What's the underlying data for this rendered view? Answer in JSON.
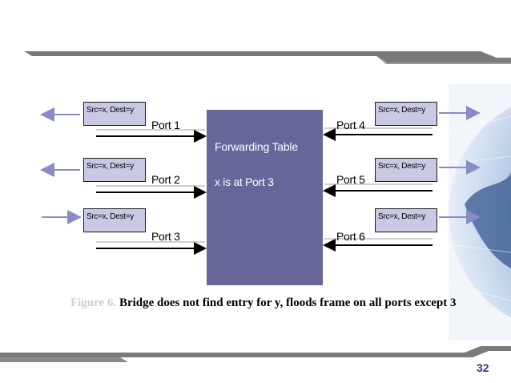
{
  "slide": {
    "page_number": "32"
  },
  "forwarding_table": {
    "title": "Forwarding Table",
    "entry": "x is at Port 3"
  },
  "ports": [
    {
      "label": "Port 1"
    },
    {
      "label": "Port 2"
    },
    {
      "label": "Port 3"
    },
    {
      "label": "Port 4"
    },
    {
      "label": "Port 5"
    },
    {
      "label": "Port 6"
    }
  ],
  "frames": [
    {
      "text": "Src=x, Dest=y"
    },
    {
      "text": "Src=x, Dest=y"
    },
    {
      "text": "Src=x, Dest=y"
    },
    {
      "text": "Src=x, Dest=y"
    },
    {
      "text": "Src=x, Dest=y"
    },
    {
      "text": "Src=x, Dest=y"
    }
  ],
  "caption": {
    "prefix": "Figure 6.",
    "text": "Bridge does not find entry for y, floods frame on all ports except 3"
  },
  "colors": {
    "table_fill": "#66669b",
    "frame_fill": "#c9c9e6",
    "arrow_purple": "#8a8ac8",
    "band_gray": "#777777"
  }
}
